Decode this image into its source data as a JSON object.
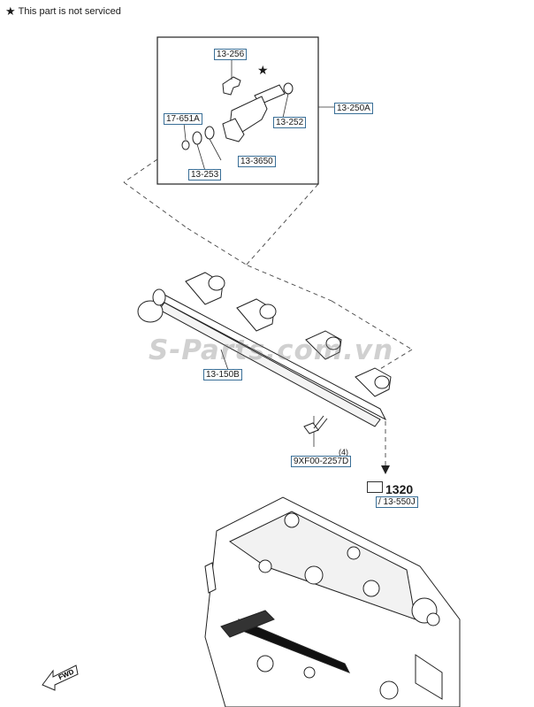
{
  "note": {
    "text": "This part is not serviced",
    "icon": "star-icon"
  },
  "parts": {
    "p13_256": "13-256",
    "p17_651A": "17-651A",
    "p13_252": "13-252",
    "p13_250A": "13-250A",
    "p13_3650": "13-3650",
    "p13_253": "13-253",
    "p13_150B": "13-150B",
    "p9XF00": "9XF00-2257D"
  },
  "quantity": "(4)",
  "reference": {
    "figure": "1320",
    "sub": "/ 13-550J"
  },
  "watermark": "S-Parts.com.vn",
  "fwd_label": "FWD"
}
